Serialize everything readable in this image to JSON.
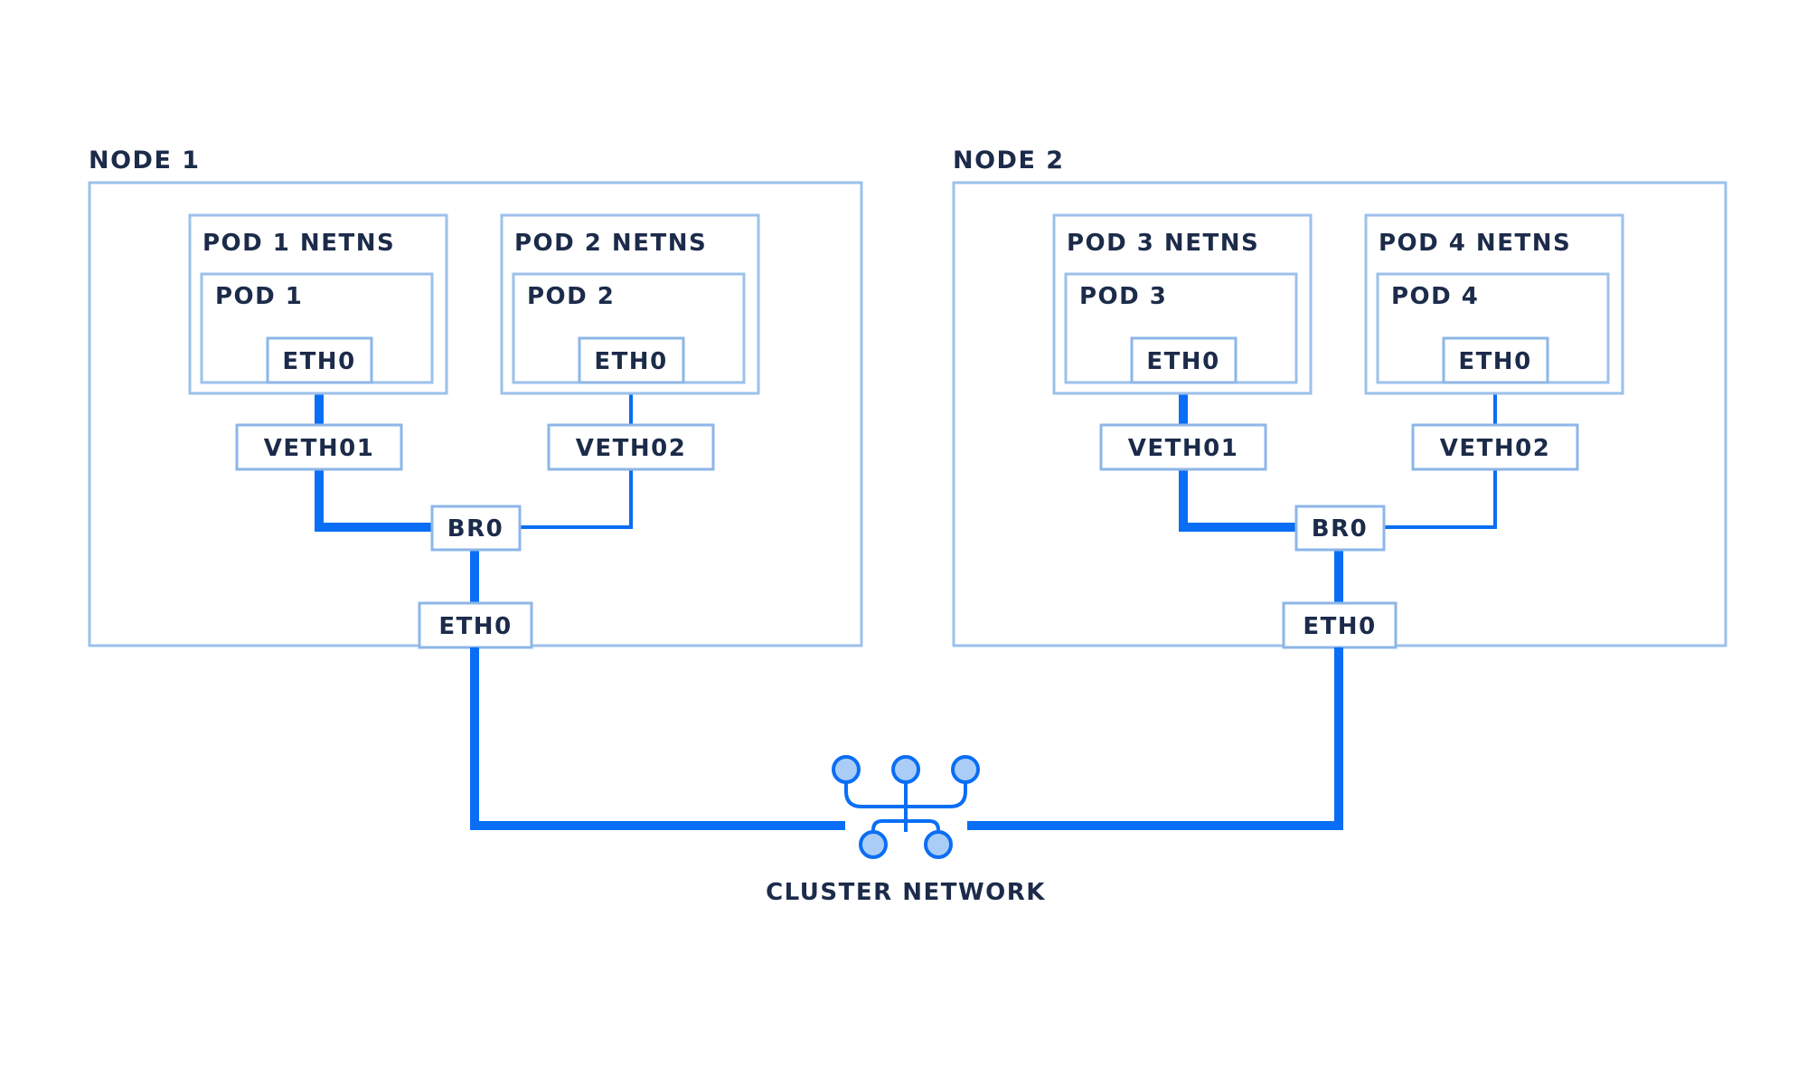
{
  "nodes": [
    {
      "label": "NODE 1",
      "pods": [
        {
          "netns_label": "POD 1 NETNS",
          "pod_label": "POD 1",
          "eth_label": "ETH0",
          "veth_label": "VETH01"
        },
        {
          "netns_label": "POD 2 NETNS",
          "pod_label": "POD 2",
          "eth_label": "ETH0",
          "veth_label": "VETH02"
        }
      ],
      "bridge_label": "BR0",
      "eth_label": "ETH0"
    },
    {
      "label": "NODE 2",
      "pods": [
        {
          "netns_label": "POD 3 NETNS",
          "pod_label": "POD 3",
          "eth_label": "ETH0",
          "veth_label": "VETH01"
        },
        {
          "netns_label": "POD 4 NETNS",
          "pod_label": "POD 4",
          "eth_label": "ETH0",
          "veth_label": "VETH02"
        }
      ],
      "bridge_label": "BR0",
      "eth_label": "ETH0"
    }
  ],
  "cluster_network_label": "CLUSTER NETWORK",
  "colors": {
    "link": "#0a6ef5",
    "box_border": "#9cc0ec",
    "text": "#1c2b4a",
    "dot_fill": "#a9cdf7"
  },
  "icons": [
    "network-hub-icon"
  ]
}
